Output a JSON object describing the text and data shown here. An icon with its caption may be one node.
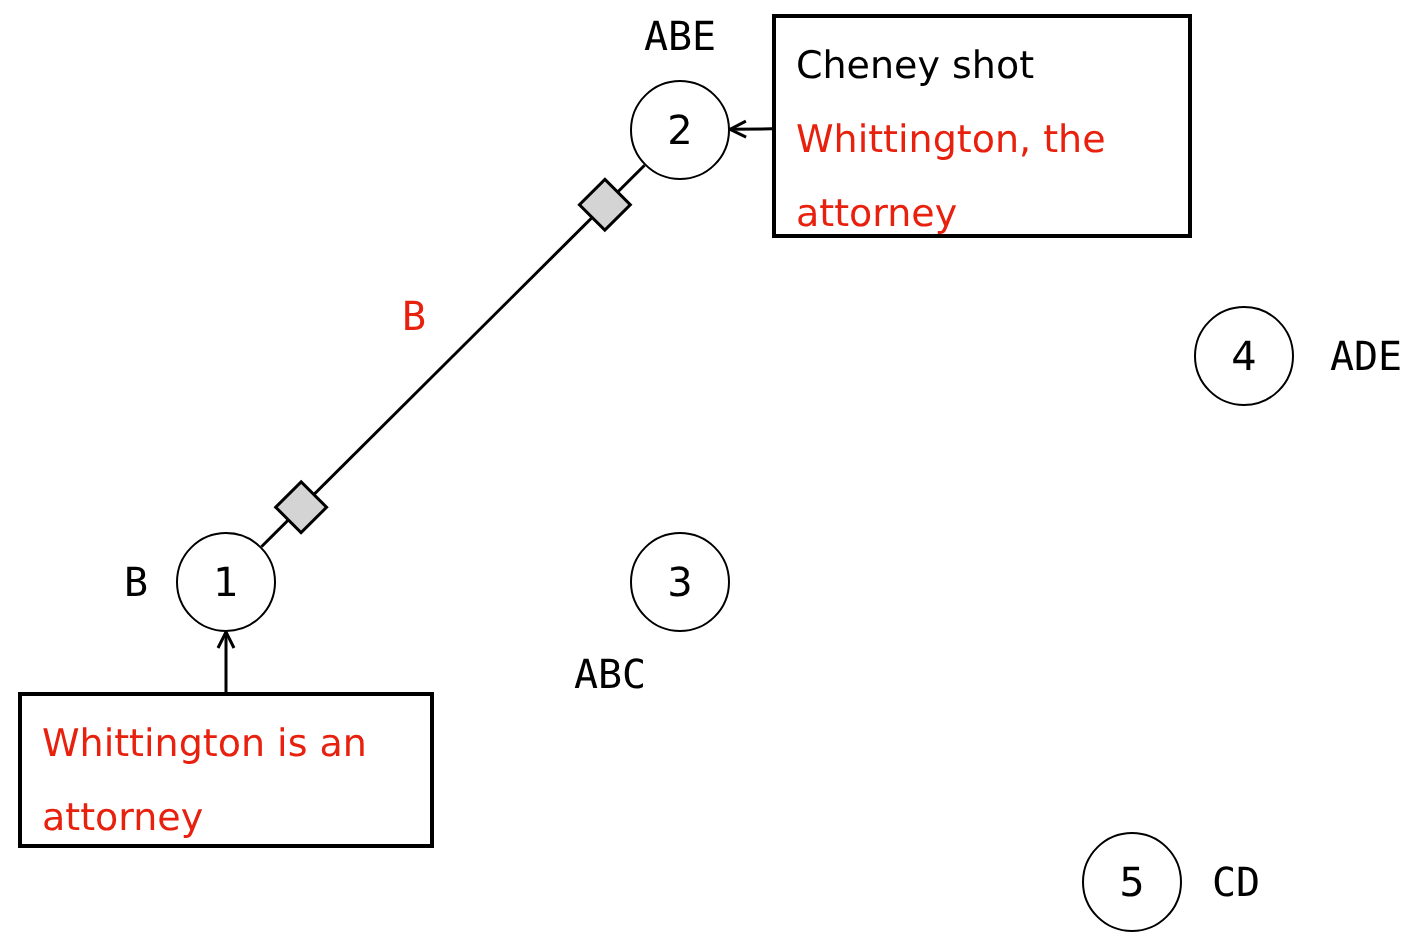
{
  "diagram": {
    "nodes": [
      {
        "text": [
          "1"
        ],
        "beside": [
          "B"
        ]
      },
      {
        "text": [
          "2"
        ],
        "beside": [
          "ABE"
        ]
      },
      {
        "text": [
          "3"
        ],
        "beside": [
          "ABC"
        ]
      },
      {
        "text": [
          "4"
        ],
        "beside": [
          "ADE"
        ]
      },
      {
        "text": [
          "5"
        ],
        "beside": [
          "CD"
        ]
      },
      {
        "text": [
          "Cheney shot",
          "Whittington, the attorney"
        ]
      },
      {
        "text": [
          "Whittington is an attorney"
        ]
      }
    ],
    "edges": [
      {
        "from": 0,
        "to": 1,
        "arrow": "other",
        "label": "B"
      },
      {
        "from": 5,
        "to": 1,
        "arrow": "to"
      },
      {
        "from": 6,
        "to": 0,
        "arrow": "to"
      }
    ]
  }
}
